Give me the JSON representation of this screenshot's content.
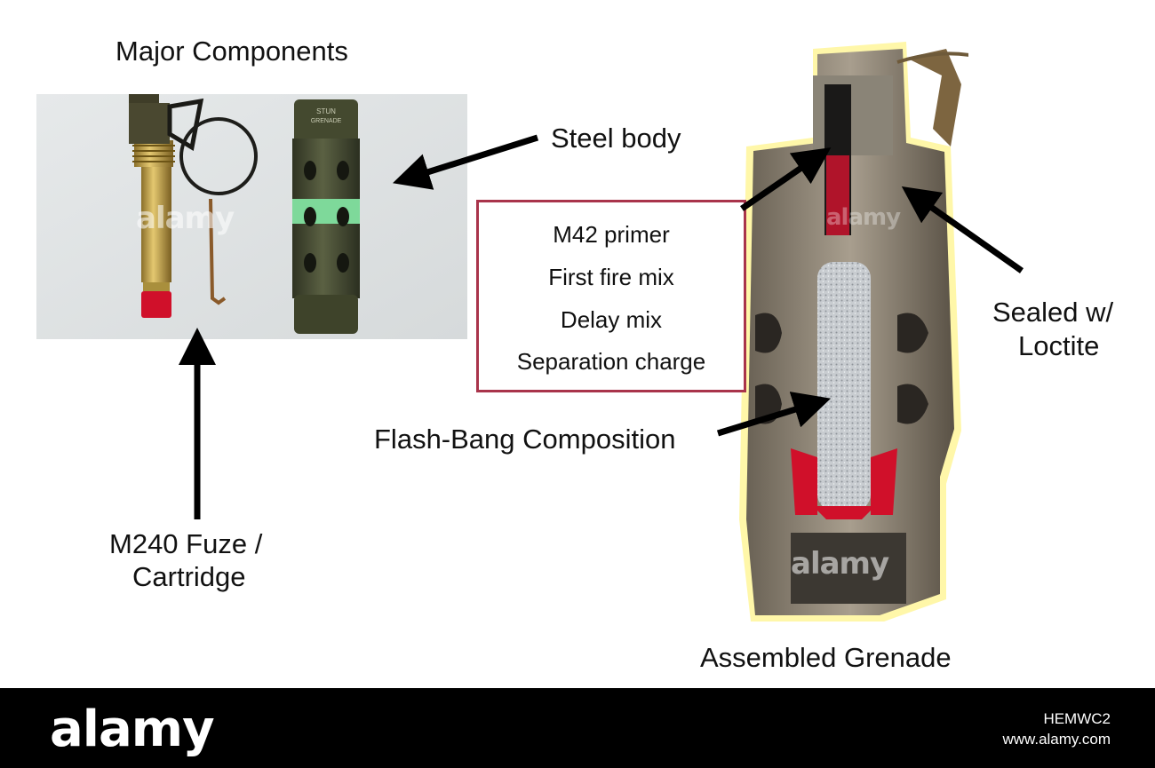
{
  "title": "Major Components",
  "labels": {
    "steel_body": "Steel body",
    "fuze_line1": "M240 Fuze /",
    "fuze_line2": "Cartridge",
    "flash_bang": "Flash-Bang Composition",
    "sealed_line1": "Sealed w/",
    "sealed_line2": "Loctite",
    "assembled": "Assembled Grenade"
  },
  "callout_box": {
    "items": [
      "M42 primer",
      "First fire mix",
      "Delay mix",
      "Separation charge"
    ],
    "border_color": "#a9344b"
  },
  "component_photo": {
    "body_stamp_line1": "STUN",
    "body_stamp_line2": "GRENADE"
  },
  "watermark": "alamy",
  "footer": {
    "logo": "alamy",
    "image_id": "HEMWC2",
    "site": "www.alamy.com"
  },
  "colors": {
    "callout_border": "#a9344b",
    "fuze_cap": "#d0102a",
    "body_band": "#7ed99a",
    "body_green": "#4b5236",
    "brass": "#c9a54a"
  }
}
